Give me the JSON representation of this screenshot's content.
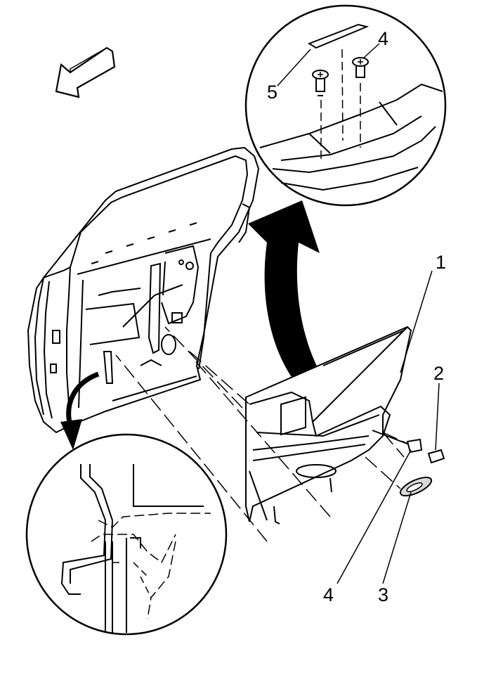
{
  "callouts": {
    "c1": "1",
    "c2": "2",
    "c3": "3",
    "c4_bottom": "4",
    "c4_top": "4",
    "c5": "5"
  },
  "colors": {
    "line": "#000000",
    "fill": "#ffffff",
    "shade": "#d9d9d9"
  }
}
